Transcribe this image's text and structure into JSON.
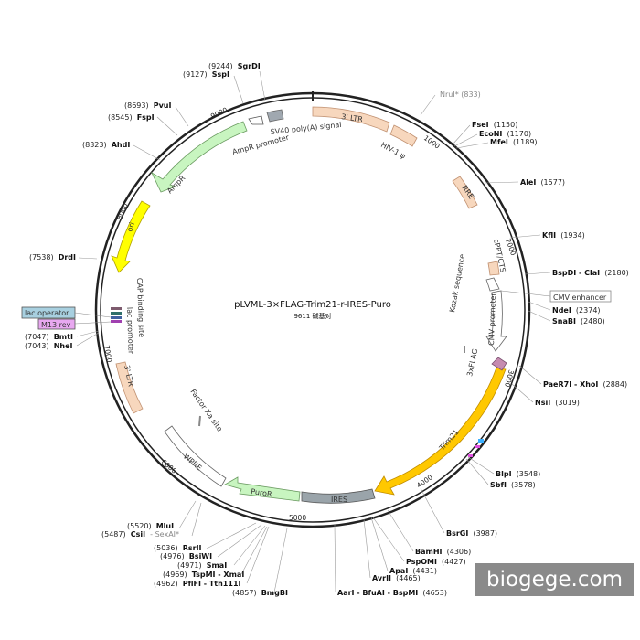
{
  "title": "pLVML-3×FLAG-Trim21-r-IRES-Puro",
  "length_text": "9611 碱基对",
  "watermark": "biogege.com",
  "ticks": [
    "1000",
    "2000",
    "3000",
    "4000",
    "5000",
    "6000",
    "7000",
    "8000",
    "9000"
  ],
  "sites_right": [
    {
      "name": "NruI*",
      "pos": "(833)"
    },
    {
      "name": "FseI",
      "pos": "(1150)"
    },
    {
      "name": "EcoNI",
      "pos": "(1170)"
    },
    {
      "name": "MfeI",
      "pos": "(1189)"
    },
    {
      "name": "AleI",
      "pos": "(1577)"
    },
    {
      "name": "KflI",
      "pos": "(1934)"
    },
    {
      "name": "BspDI - ClaI",
      "pos": "(2180)"
    },
    {
      "name": "NdeI",
      "pos": "(2374)"
    },
    {
      "name": "SnaBI",
      "pos": "(2480)"
    },
    {
      "name": "PaeR7I - XhoI",
      "pos": "(2884)"
    },
    {
      "name": "NsiI",
      "pos": "(3019)"
    },
    {
      "name": "BlpI",
      "pos": "(3548)"
    },
    {
      "name": "SbfI",
      "pos": "(3578)"
    },
    {
      "name": "BsrGI",
      "pos": "(3987)"
    },
    {
      "name": "BamHI",
      "pos": "(4306)"
    },
    {
      "name": "PspOMI",
      "pos": "(4427)"
    },
    {
      "name": "ApaI",
      "pos": "(4431)"
    },
    {
      "name": "AvrII",
      "pos": "(4465)"
    },
    {
      "name": "AarI - BfuAI - BspMI",
      "pos": "(4653)"
    }
  ],
  "sites_left": [
    {
      "name": "SgrDI",
      "pos": "(9244)"
    },
    {
      "name": "SspI",
      "pos": "(9127)"
    },
    {
      "name": "PvuI",
      "pos": "(8693)"
    },
    {
      "name": "FspI",
      "pos": "(8545)"
    },
    {
      "name": "AhdI",
      "pos": "(8323)"
    },
    {
      "name": "DrdI",
      "pos": "(7538)"
    },
    {
      "name": "BmtI",
      "pos": "(7047)"
    },
    {
      "name": "NheI",
      "pos": "(7043)"
    },
    {
      "name": "MluI",
      "pos": "(5520)"
    },
    {
      "name": "CsiI",
      "pos": "(5487)"
    },
    {
      "name": "SexAI*",
      "pos": ""
    },
    {
      "name": "RsrII",
      "pos": "(5036)"
    },
    {
      "name": "BsiWI",
      "pos": "(4976)"
    },
    {
      "name": "SmaI",
      "pos": "(4971)"
    },
    {
      "name": "TspMI - XmaI",
      "pos": "(4969)"
    },
    {
      "name": "PflFI - Tth111I",
      "pos": "(4962)"
    },
    {
      "name": "BmgBI",
      "pos": "(4857)"
    }
  ],
  "features": {
    "ltr3": "3' LTR",
    "hiv": "HIV-1 ψ",
    "rre": "RRE",
    "cppt": "cPPT/CTS",
    "cmv_enh": "CMV enhancer",
    "cmv_prom": "CMV promoter",
    "kozak": "Kozak sequence",
    "flag": "3xFLAG",
    "trim21": "Trim21",
    "ires": "IRES",
    "puror": "PuroR",
    "wpre": "WPRE",
    "factor_xa": "Factor Xa site",
    "ltr3_left": "3' LTR",
    "lac_prom": "lac promoter",
    "cap": "CAP binding site",
    "lac_op": "lac operator",
    "m13": "M13 rev",
    "ori": "ori",
    "ampr": "AmpR",
    "ampr_prom": "AmpR promoter",
    "sv40": "SV40 poly(A) signal"
  },
  "colors": {
    "ltr": "#f7d7bd",
    "ori": "#ffff00",
    "ampr": "#c8f5c0",
    "trim21": "#ffc800",
    "ires": "#9aa4aa",
    "puror": "#c8f5c0",
    "sv40": "#a0a8b0",
    "flag": "#c68bb0",
    "lac_op": "#a8d0e0",
    "m13": "#e8a8f0"
  }
}
